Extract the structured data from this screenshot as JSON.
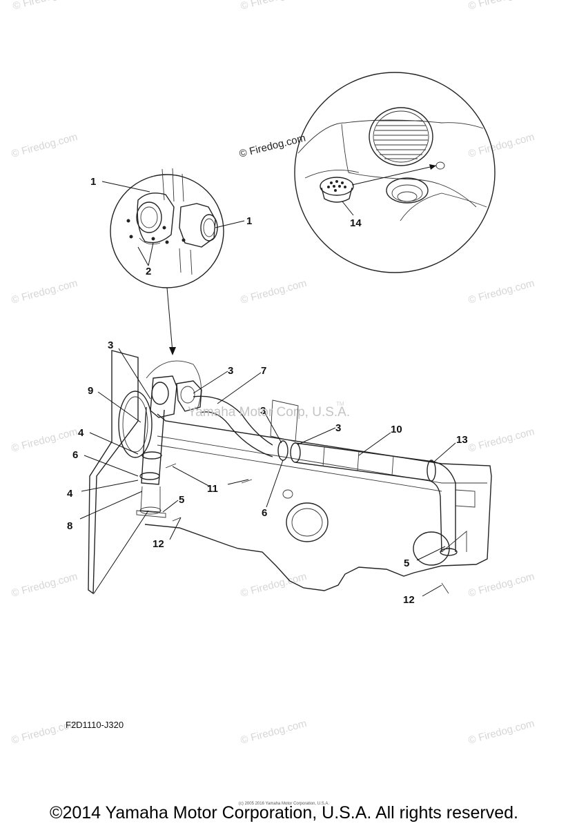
{
  "diagram": {
    "callouts": {
      "c1a": "1",
      "c1b": "1",
      "c2": "2",
      "c14": "14",
      "c3a": "3",
      "c3b": "3",
      "c3c": "3",
      "c3d": "3",
      "c7": "7",
      "c9": "9",
      "c10": "10",
      "c13": "13",
      "c4a": "4",
      "c4b": "4",
      "c6a": "6",
      "c6b": "6",
      "c11": "11",
      "c8": "8",
      "c5a": "5",
      "c5b": "5",
      "c12a": "12",
      "c12b": "12"
    },
    "inset_credit": "© Firedog.com",
    "part_code": "F2D1110-J320",
    "center_watermark": "Yamaha Motor Corp, U.S.A.",
    "trademark": "TM",
    "watermark": "© Firedog.com",
    "small_credit": "(c) 2005 2016 Yamaha Motor Corporation, U.S.A.",
    "copyright": "©2014 Yamaha Motor Corporation, U.S.A. All rights reserved."
  }
}
